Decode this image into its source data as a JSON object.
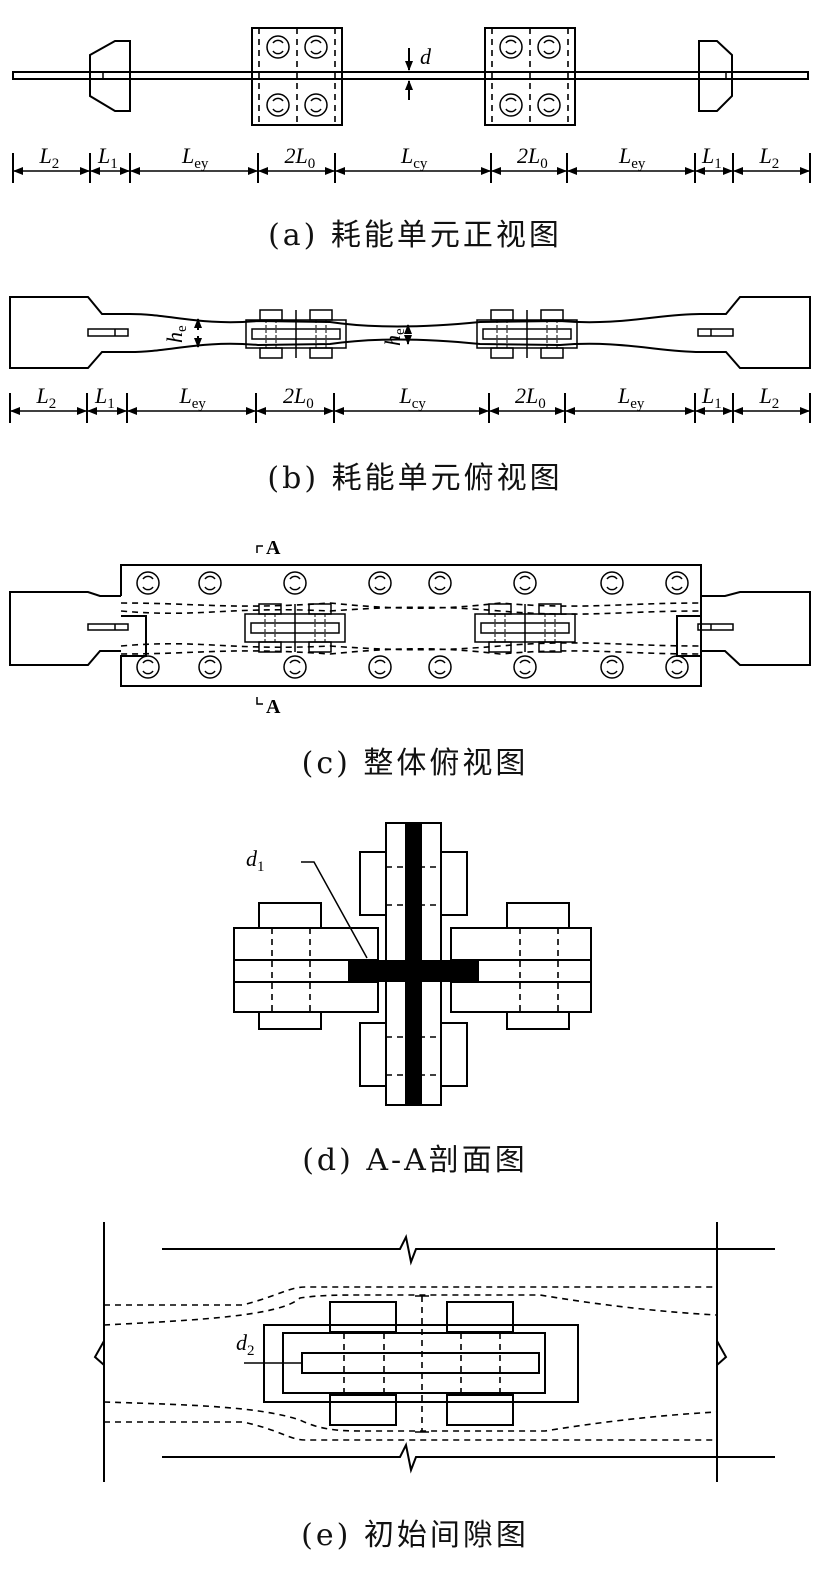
{
  "captions": {
    "a": "(a) 耗能单元正视图",
    "b": "(b) 耗能单元俯视图",
    "c": "(c) 整体俯视图",
    "d": "(d) A-A剖面图",
    "e": "(e) 初始间隙图"
  },
  "dimensions": {
    "L2": "L",
    "L2_sub": "2",
    "L1": "L",
    "L1_sub": "1",
    "Ley": "L",
    "Ley_sub": "ey",
    "L0": "2L",
    "L0_sub": "0",
    "Lcy": "L",
    "Lcy_sub": "cy"
  },
  "labels": {
    "d": "d",
    "he": "h",
    "he_sub": "e",
    "section_mark": "A",
    "d1": "d",
    "d1_sub": "1",
    "d2": "d",
    "d2_sub": "2"
  }
}
